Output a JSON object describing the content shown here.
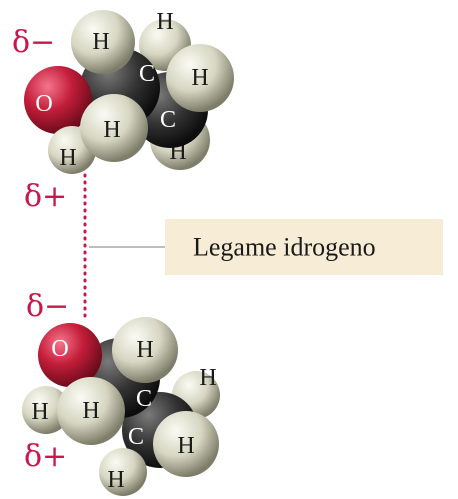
{
  "labels": {
    "delta_minus": "δ−",
    "delta_plus": "δ+",
    "hydrogen": "H",
    "carbon": "C",
    "oxygen": "O",
    "callout": "Legame idrogeno"
  },
  "colors": {
    "charge": "#c8174a",
    "callout_bg": "#f7ecd6",
    "hydrogen_atom": "#dcdcc8",
    "carbon_atom": "#2e2e2e",
    "oxygen_atom": "#c41e3a",
    "bond_dots": "#c8174a",
    "leader_line": "#bdbdbd"
  }
}
